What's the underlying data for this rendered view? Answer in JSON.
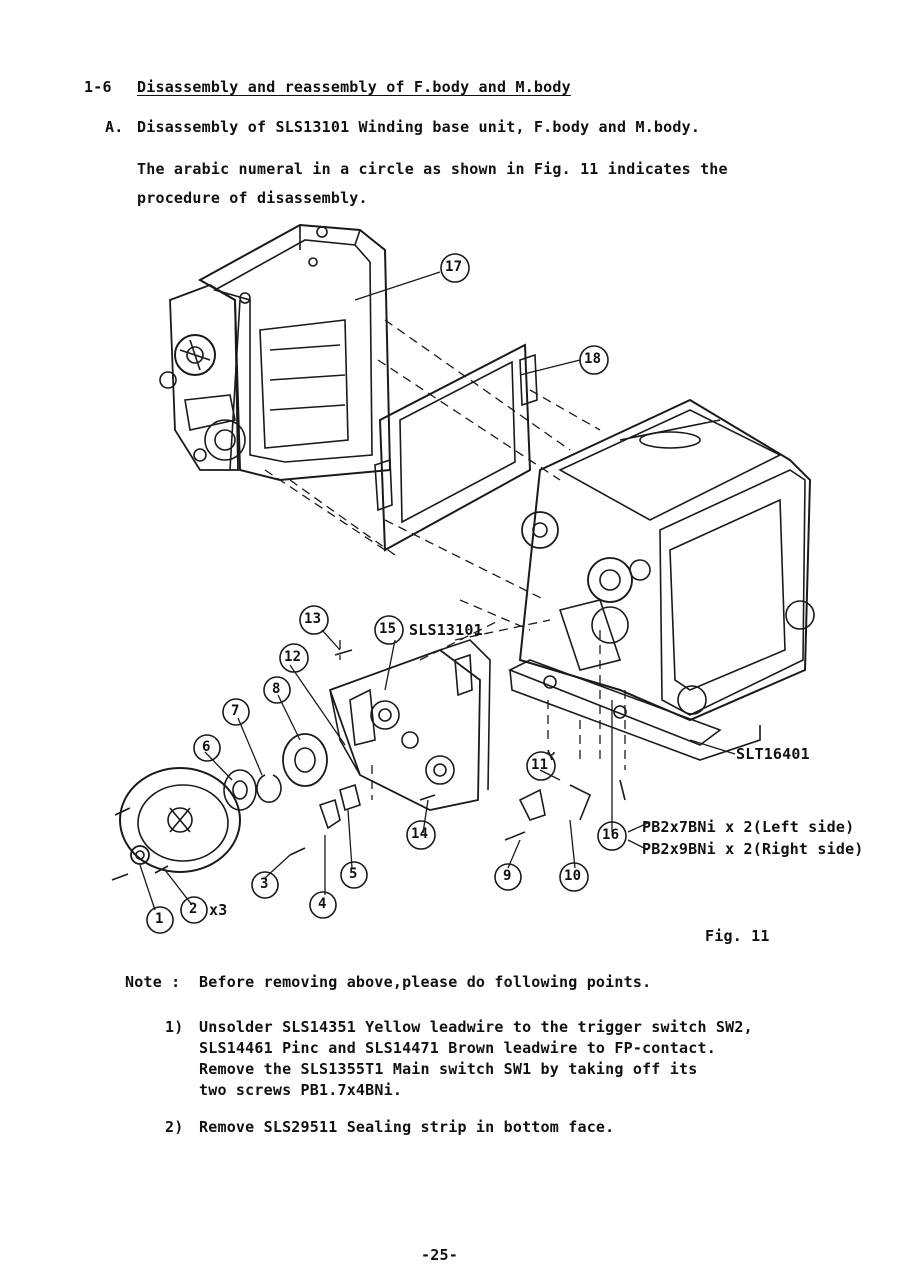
{
  "section": {
    "number": "1-6",
    "title": "Disassembly and reassembly of F.body and M.body"
  },
  "subsection": {
    "letter": "A.",
    "title": "Disassembly of SLS13101 Winding base unit, F.body and M.body."
  },
  "intro": {
    "line1": "The arabic numeral in a circle as shown in Fig. 11 indicates the",
    "line2": "procedure of disassembly."
  },
  "figure": {
    "caption": "Fig. 11",
    "callouts": [
      "1",
      "2",
      "3",
      "4",
      "5",
      "6",
      "7",
      "8",
      "9",
      "10",
      "11",
      "12",
      "13",
      "14",
      "15",
      "16",
      "17",
      "18"
    ],
    "x3_label": "x3",
    "part_unit": "SLS13101",
    "part_body": "SLT16401",
    "screw_left": "PB2x7BNi x 2(Left side)",
    "screw_right": "PB2x9BNi x 2(Right side)"
  },
  "note": {
    "label": "Note :",
    "text": "Before removing above,please do following points.",
    "items": [
      {
        "num": "1)",
        "lines": [
          "Unsolder SLS14351 Yellow leadwire to the trigger switch SW2,",
          "SLS14461 Pinc and SLS14471 Brown leadwire to FP-contact.",
          "Remove the SLS1355T1 Main switch SW1 by taking off its",
          "two screws PB1.7x4BNi."
        ]
      },
      {
        "num": "2)",
        "lines": [
          "Remove SLS29511 Sealing strip in bottom face."
        ]
      }
    ]
  },
  "page_number": "-25-"
}
